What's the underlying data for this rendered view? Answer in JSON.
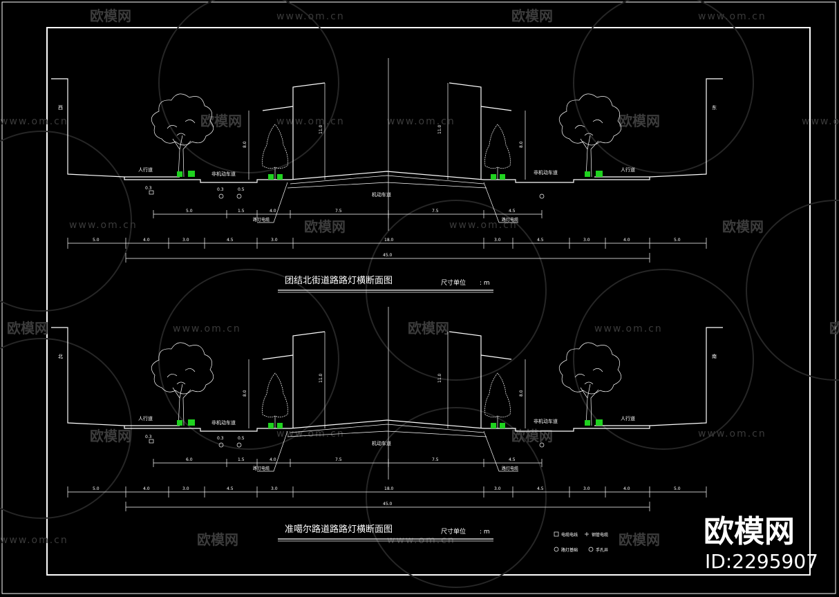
{
  "colors": {
    "background": "#000000",
    "line": "#ffffff",
    "plant": "#1fd21f",
    "watermark": "#3a3a3a"
  },
  "watermark": {
    "url": "www.om.cn",
    "url_cut": "om.cn",
    "brand": "欧模网",
    "brand_cut": "欧模网"
  },
  "branding": {
    "logo_text": "欧模网",
    "id_text": "ID:2295907"
  },
  "sections": [
    {
      "title": "团结北街道路路灯横断面图",
      "unit_label": "尺寸单位",
      "unit_value": ": m",
      "left_dir": "西",
      "right_dir": "东",
      "labels": {
        "sidewalk": "人行道",
        "nonmotor": "非机动车道",
        "motor": "机动车道",
        "cable": "路灯电缆"
      },
      "pole_heights": {
        "main": "11.0",
        "aux": "8.0"
      },
      "small_dims": {
        "a": "0.3",
        "b": "0.3",
        "c": "0.5"
      },
      "mid_dims": [
        "5.0",
        "1.5",
        "4.0",
        "7.5",
        "7.5",
        "4.5"
      ],
      "bottom_dims": [
        "5.0",
        "4.0",
        "3.0",
        "4.5",
        "3.0",
        "18.0",
        "3.0",
        "4.5",
        "3.0",
        "4.0",
        "5.0"
      ],
      "total": "45.0"
    },
    {
      "title": "准噶尔路道路路灯横断面图",
      "unit_label": "尺寸单位",
      "unit_value": ": m",
      "left_dir": "北",
      "right_dir": "南",
      "labels": {
        "sidewalk": "人行道",
        "nonmotor": "非机动车道",
        "motor": "机动车道",
        "cable": "路灯电缆"
      },
      "pole_heights": {
        "main": "11.0",
        "aux": "8.0"
      },
      "small_dims": {
        "a": "0.3",
        "b": "0.3",
        "c": "0.5"
      },
      "mid_dims": [
        "6.0",
        "1.5",
        "4.0",
        "7.5",
        "7.5",
        "4.5"
      ],
      "bottom_dims": [
        "5.0",
        "4.0",
        "3.0",
        "4.5",
        "3.0",
        "18.0",
        "3.0",
        "4.5",
        "3.0",
        "4.0",
        "5.0"
      ],
      "total": "45.0"
    }
  ],
  "legend": [
    {
      "symbol": "box",
      "label": "电缆电线"
    },
    {
      "symbol": "cross",
      "label": "钢管电缆"
    },
    {
      "symbol": "circle-1",
      "label": "路灯基础"
    },
    {
      "symbol": "circle-2",
      "label": "手孔井"
    }
  ]
}
